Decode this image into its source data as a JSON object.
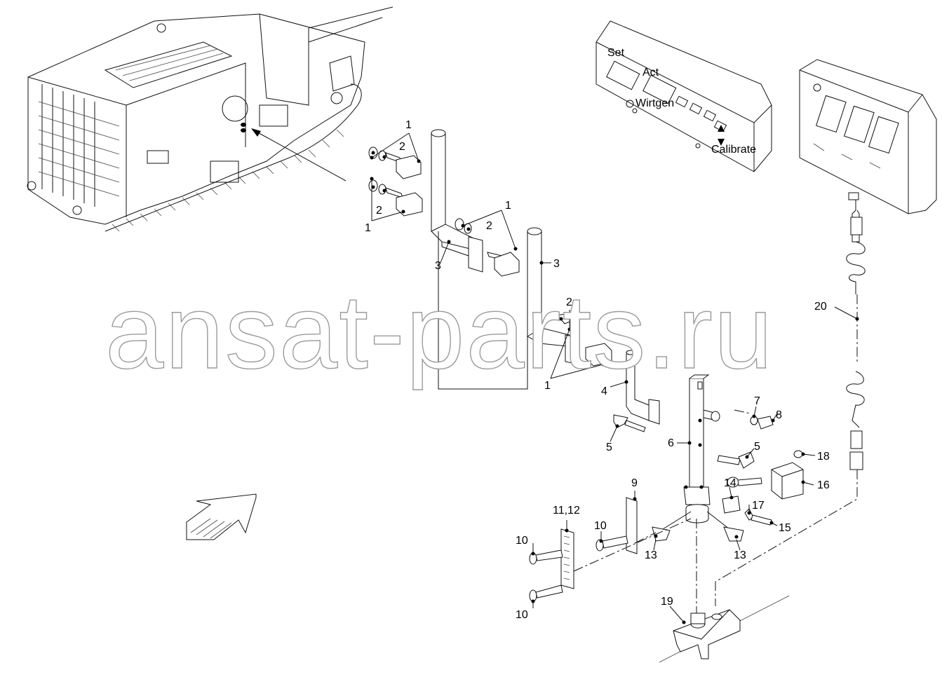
{
  "watermark": "ansat-parts.ru",
  "panel_left": {
    "labels": [
      "Set",
      "Act",
      "Wirtgen",
      "Calibrate"
    ]
  },
  "callouts": [
    {
      "id": "c1a",
      "text": "1"
    },
    {
      "id": "c2a",
      "text": "2"
    },
    {
      "id": "c2b",
      "text": "2"
    },
    {
      "id": "c1b",
      "text": "1"
    },
    {
      "id": "c1c",
      "text": "1"
    },
    {
      "id": "c2c",
      "text": "2"
    },
    {
      "id": "c3a",
      "text": "3"
    },
    {
      "id": "c3b",
      "text": "3"
    },
    {
      "id": "c2d",
      "text": "2"
    },
    {
      "id": "c1d",
      "text": "1"
    },
    {
      "id": "c4",
      "text": "4"
    },
    {
      "id": "c5a",
      "text": "5"
    },
    {
      "id": "c6",
      "text": "6"
    },
    {
      "id": "c7",
      "text": "7"
    },
    {
      "id": "c8",
      "text": "8"
    },
    {
      "id": "c5b",
      "text": "5"
    },
    {
      "id": "c18",
      "text": "18"
    },
    {
      "id": "c16",
      "text": "16"
    },
    {
      "id": "c14",
      "text": "14"
    },
    {
      "id": "c17",
      "text": "17"
    },
    {
      "id": "c15",
      "text": "15"
    },
    {
      "id": "c9",
      "text": "9"
    },
    {
      "id": "c1112",
      "text": "11,12"
    },
    {
      "id": "c10a",
      "text": "10"
    },
    {
      "id": "c10b",
      "text": "10"
    },
    {
      "id": "c10c",
      "text": "10"
    },
    {
      "id": "c13a",
      "text": "13"
    },
    {
      "id": "c13b",
      "text": "13"
    },
    {
      "id": "c19",
      "text": "19"
    },
    {
      "id": "c20",
      "text": "20"
    }
  ]
}
